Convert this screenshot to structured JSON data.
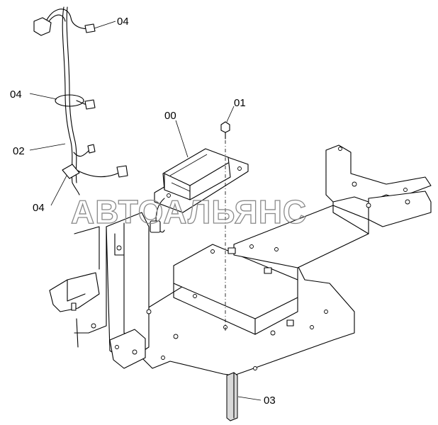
{
  "callouts": {
    "part_00": "00",
    "part_01": "01",
    "part_02": "02",
    "part_03": "03",
    "part_04_top": "04",
    "part_04_mid": "04",
    "part_04_low": "04"
  },
  "watermark": "АВТОАЛЬЯНС",
  "colors": {
    "line": "#000000",
    "watermark": "#8a8a8a",
    "background": "#ffffff"
  }
}
